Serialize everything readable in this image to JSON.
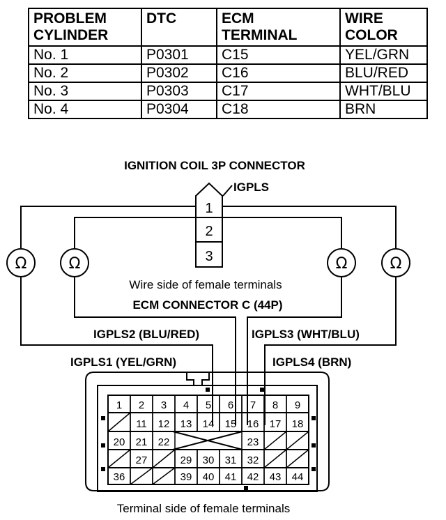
{
  "table": {
    "headers": [
      "PROBLEM\nCYLINDER",
      "DTC",
      "ECM\nTERMINAL",
      "WIRE\nCOLOR"
    ],
    "rows": [
      [
        "No. 1",
        "P0301",
        "C15",
        "YEL/GRN"
      ],
      [
        "No. 2",
        "P0302",
        "C16",
        "BLU/RED"
      ],
      [
        "No. 3",
        "P0303",
        "C17",
        "WHT/BLU"
      ],
      [
        "No. 4",
        "P0304",
        "C18",
        "BRN"
      ]
    ]
  },
  "diagram": {
    "ignition_title": "IGNITION COIL 3P CONNECTOR",
    "igpls": "IGPLS",
    "coil_pins": [
      "1",
      "2",
      "3"
    ],
    "wire_side_label": "Wire side of female terminals",
    "ecm_title": "ECM CONNECTOR C (44P)",
    "igpls2": "IGPLS2 (BLU/RED)",
    "igpls3": "IGPLS3 (WHT/BLU)",
    "igpls1": "IGPLS1 (YEL/GRN)",
    "igpls4": "IGPLS4 (BRN)",
    "ohm_symbol": "Ω",
    "terminal_side_label": "Terminal side of female terminals",
    "ecm_pins": {
      "row1": [
        "1",
        "2",
        "3",
        "4",
        "5",
        "6",
        "7",
        "8",
        "9"
      ],
      "row2": [
        "11",
        "12",
        "13",
        "14",
        "15",
        "16",
        "17",
        "18"
      ],
      "row3": [
        "20",
        "21",
        "22",
        "23"
      ],
      "row4": [
        "27",
        "29",
        "30",
        "31",
        "32"
      ],
      "row5": [
        "36",
        "39",
        "40",
        "41",
        "42",
        "43",
        "44"
      ]
    }
  }
}
